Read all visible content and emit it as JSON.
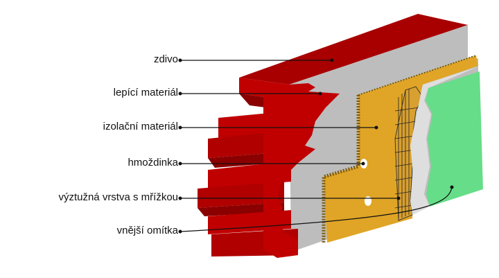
{
  "labels": {
    "masonry": "zdivo",
    "adhesive": "lepící materiál",
    "insulation": "izolační materiál",
    "anchor": "hmoždinka",
    "mesh_layer": "výztužná vrstva s mřížkou",
    "render": "vnější omítka"
  },
  "colors": {
    "brick": "#b00000",
    "brick_dark": "#8a0000",
    "adhesive_gray": "#bdbdbd",
    "insulation": "#e0a526",
    "plaster": "#dedede",
    "render": "#66dd88"
  }
}
